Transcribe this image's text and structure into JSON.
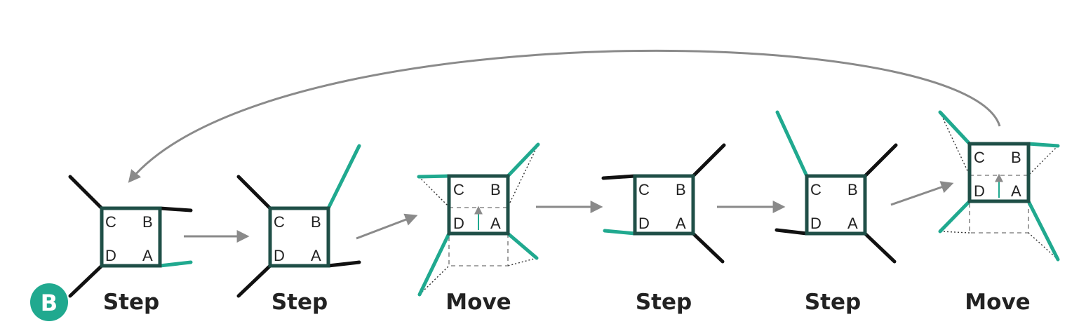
{
  "badge": {
    "label": "B",
    "color": "#20a98f"
  },
  "colors": {
    "teal": "#20a98f",
    "dark": "#111111",
    "body": "#1f4f47",
    "arrow": "#8a8a8a"
  },
  "corner_labels": {
    "a": "A",
    "b": "B",
    "c": "C",
    "d": "D"
  },
  "stages": [
    {
      "caption": "Step",
      "kind": "step"
    },
    {
      "caption": "Step",
      "kind": "step"
    },
    {
      "caption": "Move",
      "kind": "move"
    },
    {
      "caption": "Step",
      "kind": "step"
    },
    {
      "caption": "Step",
      "kind": "step"
    },
    {
      "caption": "Move",
      "kind": "move"
    }
  ],
  "loop_arrow": {
    "from_stage": 6,
    "to_stage": 1
  }
}
